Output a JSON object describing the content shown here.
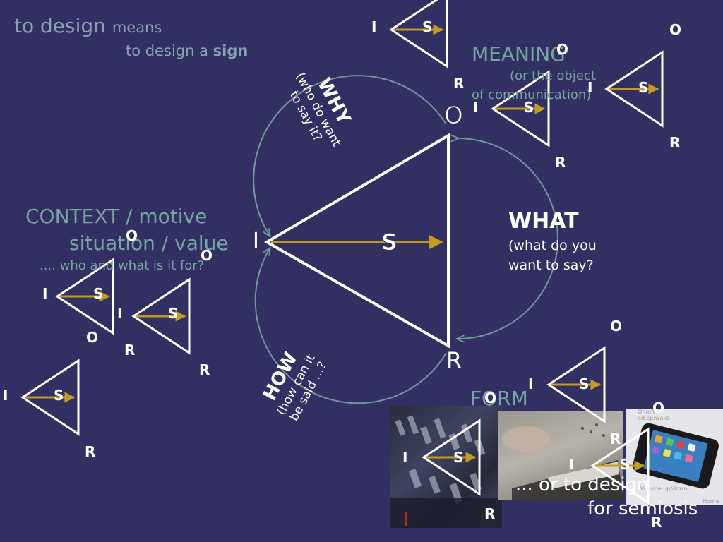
{
  "slide": {
    "title_line1_a": "to design",
    "title_line1_b": "means",
    "title_line2_a": "to design a",
    "title_line2_b": "sign",
    "why_title": "WHY",
    "why_sub1": "(who do want",
    "why_sub2": "to say it?",
    "meaning_title": "MEANING",
    "meaning_sub1": "(or the object",
    "meaning_sub2": "of communication)",
    "what_title": "WHAT",
    "what_sub1": "(what do you",
    "what_sub2": "want to say?",
    "context_title": "CONTEXT / motive",
    "context_sub1": "situation / value",
    "context_sub2": ".... who and what is it for?",
    "how_title": "HOW",
    "how_sub1": "(how can it",
    "how_sub2": "be said ...?",
    "form_title": "FORM",
    "closing_line1": "... or to design",
    "closing_line2": "for semiosis",
    "phone_text1": "On/off",
    "phone_text2": "Sleep/wake",
    "phone_text3": "Volume up/down",
    "phone_text4": "Home"
  },
  "main_triangle": {
    "vertex_o": "O",
    "vertex_i": "I",
    "vertex_r": "R",
    "center_s": "S"
  },
  "small_triangle_letters": {
    "o": "O",
    "i": "I",
    "s": "S",
    "r": "R"
  },
  "colors": {
    "background": "#322f62",
    "arrow": "#c49a26",
    "circle": "#6f9a9a",
    "muted_text": "#8aa0b4",
    "teal_text": "#79a4a4"
  }
}
